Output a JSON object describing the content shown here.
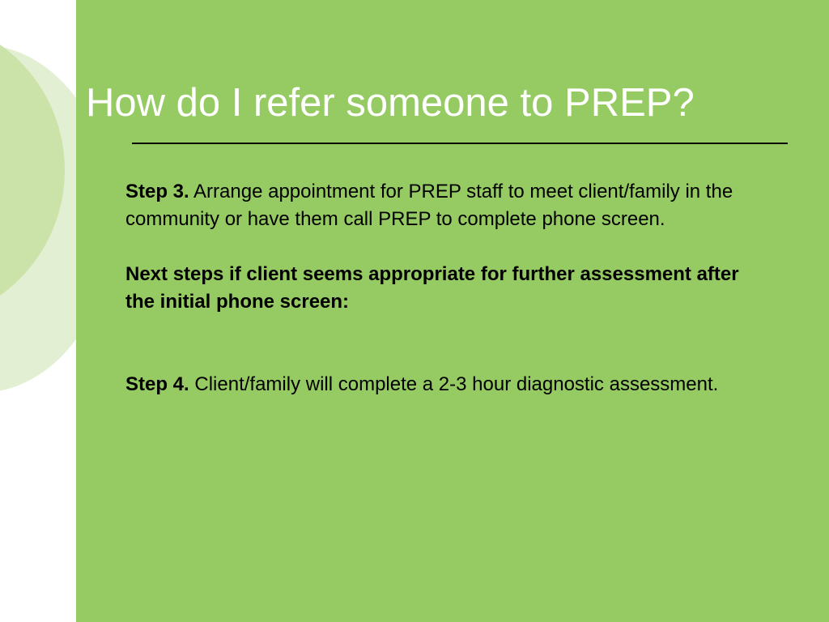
{
  "slide": {
    "title": "How do I refer someone to PREP?",
    "step3": {
      "label": "Step 3.",
      "text": "Arrange appointment for PREP staff to meet client/family in the community or have them call PREP to complete phone screen."
    },
    "next_steps": "Next steps if client seems appropriate for further assessment after the initial phone screen:",
    "step4": {
      "label": "Step 4.",
      "text": "Client/family will complete a 2-3 hour diagnostic assessment."
    }
  },
  "colors": {
    "panel_green": "#95cb62",
    "circle_light": "#cbe3a8",
    "circle_lighter": "#e3efd2",
    "title_text": "#ffffff",
    "body_text": "#000000"
  }
}
